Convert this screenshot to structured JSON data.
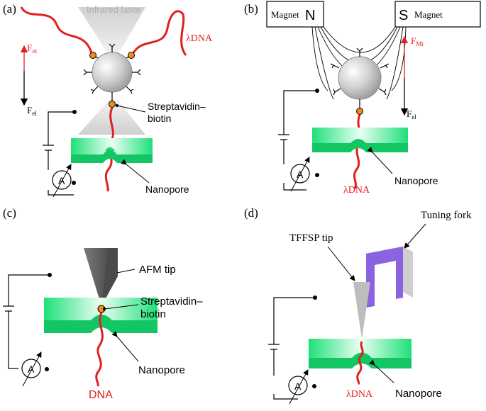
{
  "panel_a": {
    "label": "(a)",
    "laser": "Infrared laser",
    "dna": "λDNA",
    "f_ot": "F",
    "f_ot_sub": "ot",
    "f_el": "F",
    "f_el_sub": "el",
    "strept_1": "Streptavidin–",
    "strept_2": "biotin",
    "nanopore": "Nanopore",
    "ammeter": "A"
  },
  "panel_b": {
    "label": "(b)",
    "magnet_left": "Magnet",
    "pole_n": "N",
    "pole_s": "S",
    "magnet_right": "Magnet",
    "f_mt": "F",
    "f_mt_sub": "Mt",
    "f_el": "F",
    "f_el_sub": "el",
    "nanopore": "Nanopore",
    "dna": "λDNA",
    "ammeter": "A"
  },
  "panel_c": {
    "label": "(c)",
    "afm": "AFM tip",
    "strept_1": "Streptavidin–",
    "strept_2": "biotin",
    "nanopore": "Nanopore",
    "dna": "DNA",
    "ammeter": "A"
  },
  "panel_d": {
    "label": "(d)",
    "fork": "Tuning fork",
    "tip": "TFFSP tip",
    "dna": "λDNA",
    "nanopore": "Nanopore",
    "ammeter": "A"
  },
  "colors": {
    "dna": "#e02020",
    "membrane": "#2ee88a",
    "bead": "#bdbdbd",
    "biotin": "#f08a1c",
    "fork": "#8b62e0"
  }
}
